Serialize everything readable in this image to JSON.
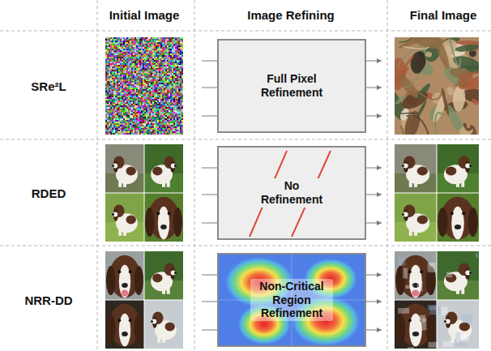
{
  "diagram": {
    "nodes": [
      {
        "text": [
          "Full Pixel Refinement"
        ]
      },
      {
        "text": [
          "No Refinement"
        ]
      },
      {
        "text": [
          "Non-Critical Region Refinement"
        ]
      }
    ],
    "labels": [
      "Initial Image",
      "Image Refining",
      "Final Image",
      "SRe²L",
      "RDED",
      "NRR-DD"
    ]
  }
}
